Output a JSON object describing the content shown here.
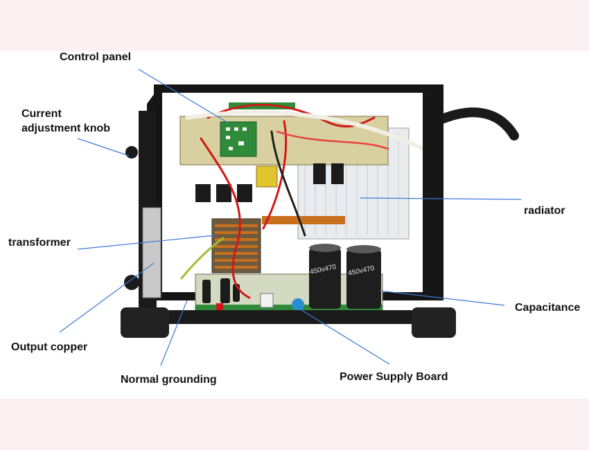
{
  "labels": {
    "control_panel": "Control panel",
    "current_knob": "Current\nadjustment knob",
    "transformer": "transformer",
    "output_copper": "Output copper",
    "normal_grounding": "Normal grounding",
    "power_supply_board": "Power Supply Board",
    "capacitance": "Capacitance",
    "radiator": "radiator"
  },
  "capacitor_marking": "450v470",
  "colors": {
    "leader_line": "#3a78d6",
    "frame": "#151515",
    "pcb_green": "#2f8a3a",
    "wire_red": "#d01818",
    "copper": "#c8701e"
  }
}
